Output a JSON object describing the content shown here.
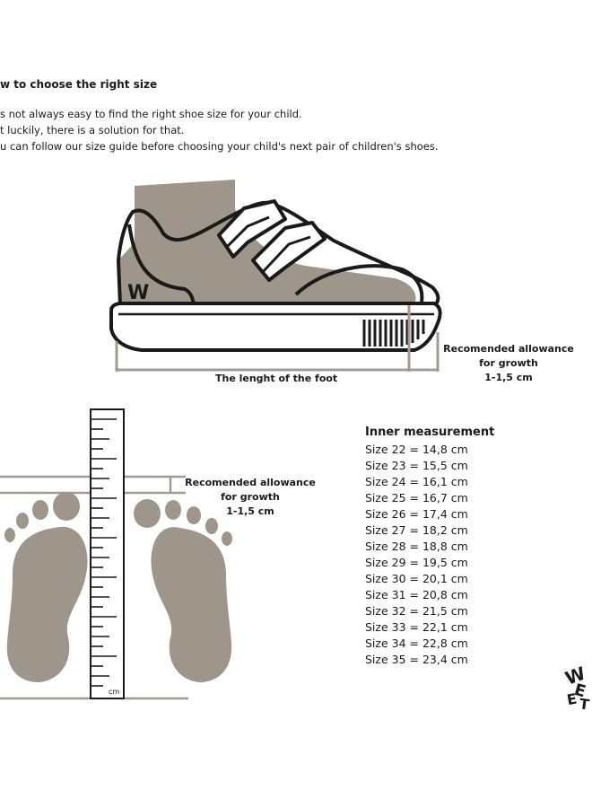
{
  "heading": "w to choose the right size",
  "intro": [
    "s not always easy to find the right shoe size for your child.",
    "t luckily, there is a solution for that.",
    "u can follow our size guide before choosing your child's next pair of children's shoes."
  ],
  "shoe_section": {
    "foot_length_label": "The lenght of the foot",
    "allowance_lines": [
      "Recomended allowance",
      "for growth",
      "1-1,5 cm"
    ],
    "logo_letter": "W"
  },
  "feet_section": {
    "allowance_lines": [
      "Recomended allowance",
      "for growth",
      "1-1,5 cm"
    ],
    "ruler_unit": "cm"
  },
  "size_table": {
    "title": "Inner measurement",
    "rows": [
      "Size 22 = 14,8 cm",
      "Size 23 = 15,5 cm",
      "Size 24 = 16,1 cm",
      "Size 25 = 16,7 cm",
      "Size 26 = 17,4 cm",
      "Size 27 = 18,2 cm",
      "Size 28 = 18,8 cm",
      "Size 29 = 19,5 cm",
      "Size 30 = 20,1 cm",
      "Size 31 = 20,8 cm",
      "Size 32 = 21,5 cm",
      "Size 33 = 22,1 cm",
      "Size 34 = 22,8 cm",
      "Size 35 = 23,4 cm"
    ]
  },
  "brand_mark": [
    "W",
    "E",
    "E",
    "T"
  ],
  "colors": {
    "ink": "#1a1a1a",
    "taupe": "#9f968b",
    "taupe_line": "#a49b90",
    "sole": "#ffffff"
  }
}
